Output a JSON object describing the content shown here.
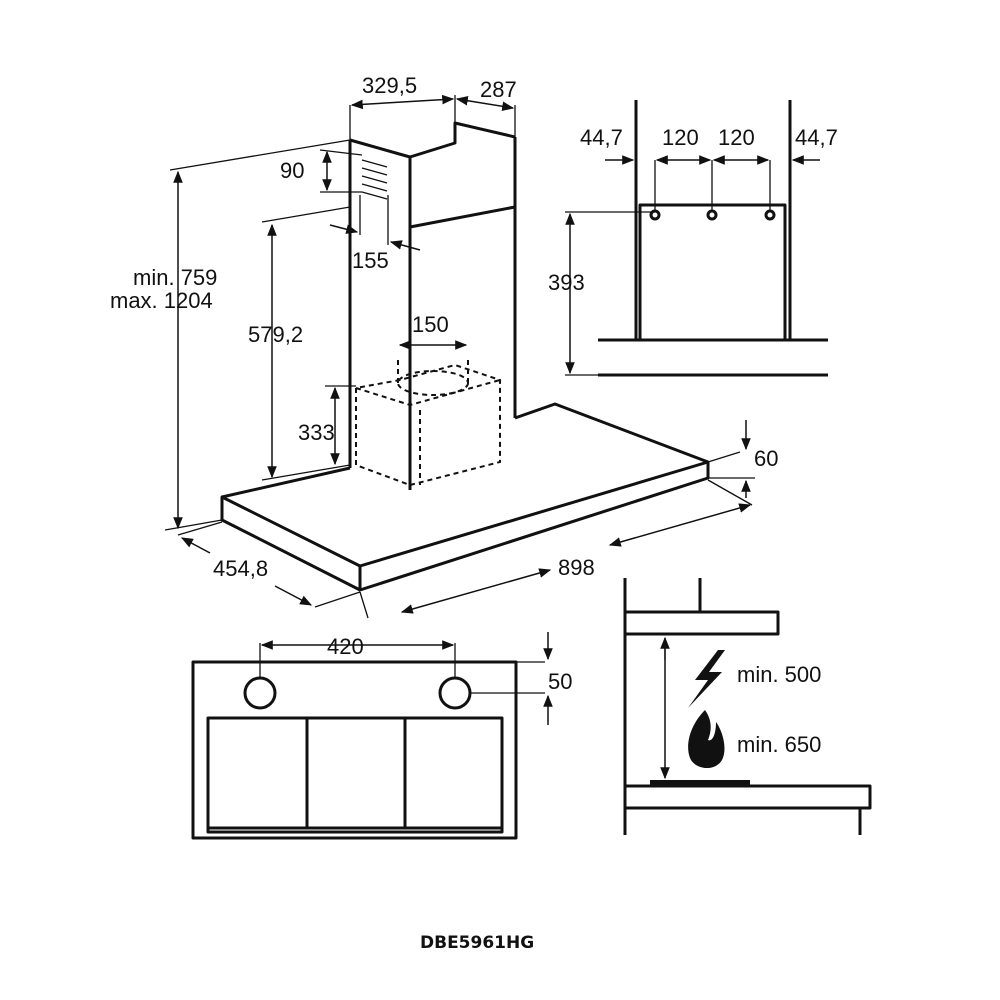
{
  "model": "DBE5961HG",
  "hood_view": {
    "chimney_depth": "329,5",
    "chimney_width": "287",
    "vent_height": "90",
    "vent_offset": "155",
    "total_height_min": "min. 759",
    "total_height_max": "max. 1204",
    "lower_chimney_height": "579,2",
    "outlet_diameter": "150",
    "motor_height": "333",
    "canopy_thickness": "60",
    "canopy_width": "898",
    "canopy_depth": "454,8"
  },
  "bracket_view": {
    "left_margin": "44,7",
    "spacing_left": "120",
    "spacing_right": "120",
    "right_margin": "44,7",
    "bracket_height": "393"
  },
  "bottom_view": {
    "lamp_spacing": "420",
    "lamp_offset": "50"
  },
  "clearance_view": {
    "electric_min": "min. 500",
    "gas_min": "min. 650",
    "icons": [
      "lightning-icon",
      "flame-icon"
    ]
  }
}
